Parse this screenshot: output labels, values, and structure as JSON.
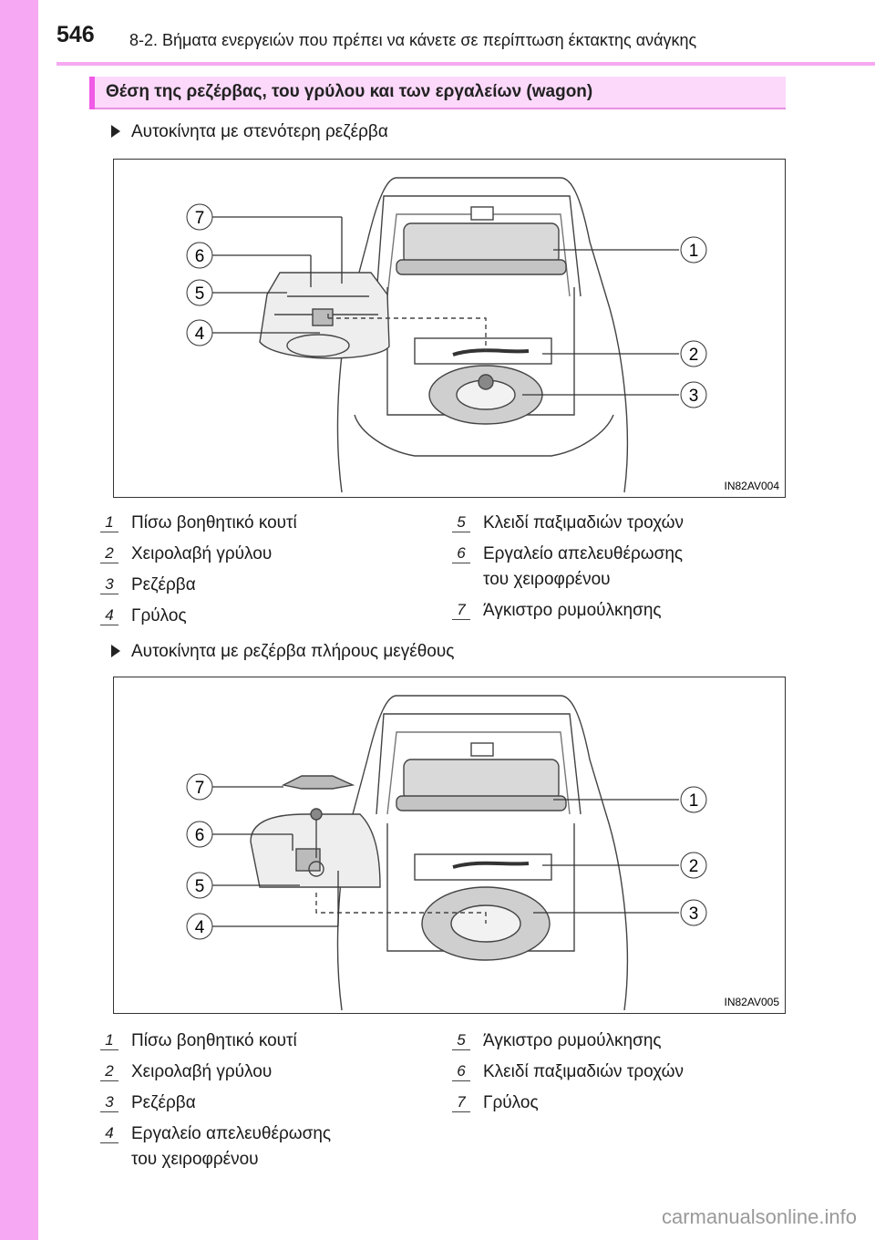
{
  "page": {
    "number": "546",
    "running_head": "8-2. Βήματα ενεργειών που πρέπει να κάνετε σε περίπτωση έκτακτης ανάγκης"
  },
  "section_title": "Θέση της ρεζέρβας, του γρύλου και των εργαλείων (wagon)",
  "figure1": {
    "subheading": "Αυτοκίνητα με στενότερη ρεζέρβα",
    "code": "IN82AV004",
    "callouts": [
      "1",
      "2",
      "3",
      "4",
      "5",
      "6",
      "7"
    ],
    "legend": [
      {
        "num": "1",
        "text": "Πίσω βοηθητικό κουτί"
      },
      {
        "num": "2",
        "text": "Χειρολαβή γρύλου"
      },
      {
        "num": "3",
        "text": "Ρεζέρβα"
      },
      {
        "num": "4",
        "text": "Γρύλος"
      },
      {
        "num": "5",
        "text": "Κλειδί παξιμαδιών τροχών"
      },
      {
        "num": "6",
        "text": "Εργαλείο απελευθέρωσης",
        "text2": "του χειροφρένου"
      },
      {
        "num": "7",
        "text": "Άγκιστρο ρυμούλκησης"
      }
    ]
  },
  "figure2": {
    "subheading": "Αυτοκίνητα με ρεζέρβα πλήρους μεγέθους",
    "code": "IN82AV005",
    "callouts": [
      "1",
      "2",
      "3",
      "4",
      "5",
      "6",
      "7"
    ],
    "legend": [
      {
        "num": "1",
        "text": "Πίσω βοηθητικό κουτί"
      },
      {
        "num": "2",
        "text": "Χειρολαβή γρύλου"
      },
      {
        "num": "3",
        "text": "Ρεζέρβα"
      },
      {
        "num": "4",
        "text": "Εργαλείο απελευθέρωσης",
        "text2": "του χειροφρένου"
      },
      {
        "num": "5",
        "text": "Άγκιστρο ρυμούλκησης"
      },
      {
        "num": "6",
        "text": "Κλειδί παξιμαδιών τροχών"
      },
      {
        "num": "7",
        "text": "Γρύλος"
      }
    ]
  },
  "watermark": "carmanualsonline.info"
}
